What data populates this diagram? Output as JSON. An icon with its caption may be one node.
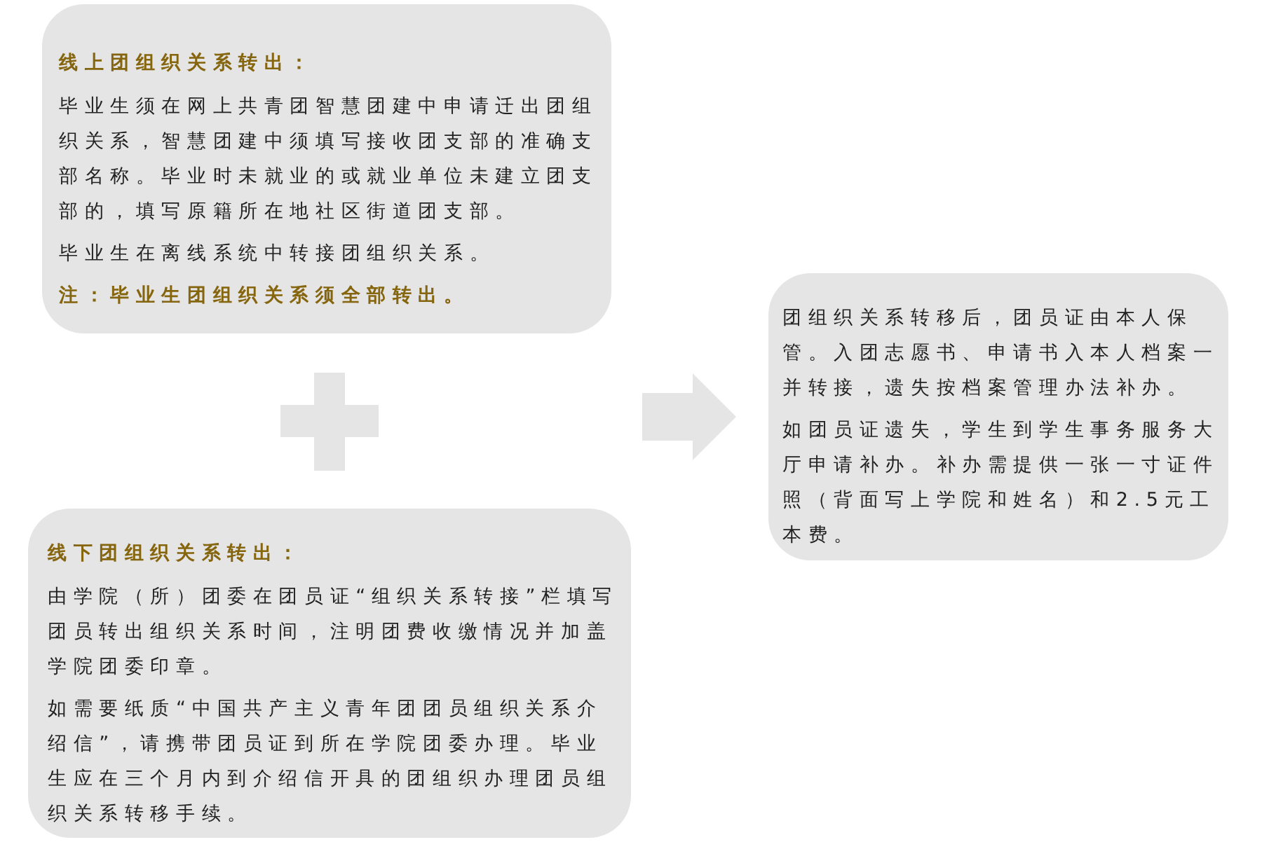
{
  "diagram": {
    "nodes": [
      {
        "text": [
          "线上团组织关系转出：",
          "毕业生须在网上共青团智慧团建中申请迁出团组织关系，智慧团建中须填写接收团支部的准确支部名称。毕业时未就业的或就业单位未建立团支部的，填写原籍所在地社区街道团支部。",
          "毕业生在离线系统中转接团组织关系。",
          "注：毕业生团组织关系须全部转出。"
        ]
      },
      {
        "text": [
          "线下团组织关系转出：",
          "由学院（所）团委在团员证“组织关系转接”栏填写团员转出组织关系时间，注明团费收缴情况并加盖学院团委印章。",
          "如需要纸质“中国共产主义青年团团员组织关系介绍信”，请携带团员证到所在学院团委办理。毕业生应在三个月内到介绍信开具的团组织办理团员组织关系转移手续。"
        ]
      },
      {
        "text": [
          "团组织关系转移后，团员证由本人保管。入团志愿书、申请书入本人档案一并转接，遗失按档案管理办法补办。",
          "如团员证遗失，学生到学生事务服务大厅申请补办。补办需提供一张一寸证件照（背面写上学院和姓名）和2.5元工本费。"
        ]
      }
    ],
    "edges": [
      {
        "from": 0,
        "to": 2,
        "arrow": "to"
      },
      {
        "from": 1,
        "to": 2,
        "arrow": "to"
      }
    ]
  }
}
